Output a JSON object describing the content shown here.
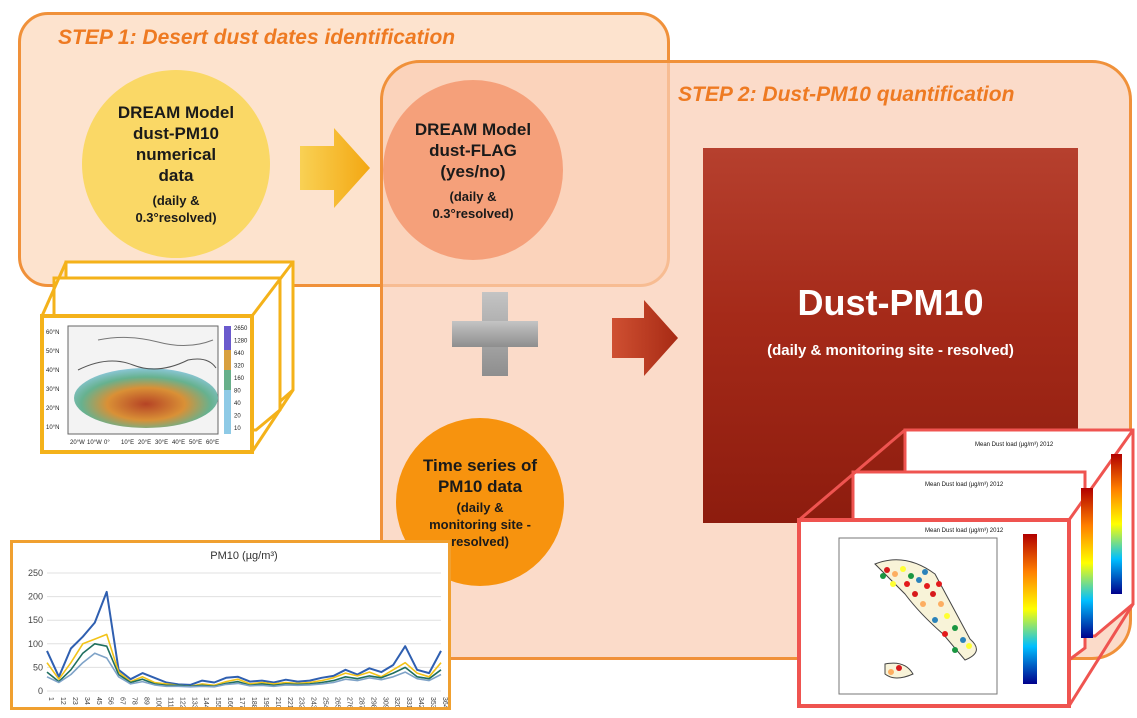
{
  "step1": {
    "title": "STEP 1: Desert dust dates identification"
  },
  "step2": {
    "title": "STEP 2: Dust-PM10 quantification"
  },
  "dream_numerical": {
    "title_lines": [
      "DREAM Model",
      "dust-PM10",
      "numerical",
      "data"
    ],
    "detail_lines": [
      "(daily &",
      "0.3°resolved)"
    ]
  },
  "dream_flag": {
    "title_lines": [
      "DREAM Model",
      "dust-FLAG",
      "(yes/no)"
    ],
    "detail_lines": [
      "(daily &",
      "0.3°resolved)"
    ]
  },
  "pm10_series": {
    "title_lines": [
      "Time series of",
      "PM10 data"
    ],
    "detail_lines": [
      "(daily &",
      "monitoring site -",
      "resolved)"
    ]
  },
  "output": {
    "title": "Dust-PM10",
    "subtitle": "(daily & monitoring site - resolved)"
  },
  "map_labels": {
    "lat": [
      "60°N",
      "50°N",
      "40°N",
      "30°N",
      "20°N",
      "10°N"
    ],
    "lon": [
      "20°W",
      "10°W",
      "0°",
      "10°E",
      "20°E",
      "30°E",
      "40°E",
      "50°E",
      "60°E"
    ],
    "scale": [
      "2650",
      "1280",
      "640",
      "320",
      "160",
      "80",
      "40",
      "20",
      "10"
    ]
  },
  "italy_map_title": "Mean Dust load (µg/m³) 2012",
  "colors": {
    "panel_border": "#f0913a",
    "panel1_fill": "#fde3ce",
    "circle_yellow": "#fad866",
    "circle_salmon": "#f5a07a",
    "circle_orange": "#f7930e",
    "output_box": "#a52a19",
    "arrow_yellow": "#f6b51a",
    "arrow_red": "#b83419",
    "plus_gray": "#a9a9a9"
  },
  "chart_data": {
    "type": "line",
    "title": "PM10 (µg/m³)",
    "ylim": [
      0,
      250
    ],
    "yticks": [
      0,
      50,
      100,
      150,
      200,
      250
    ],
    "categories": [
      "1",
      "12",
      "23",
      "34",
      "45",
      "56",
      "67",
      "78",
      "89",
      "100",
      "111",
      "122",
      "133",
      "144",
      "155",
      "166",
      "177",
      "188",
      "199",
      "210",
      "221",
      "232",
      "243",
      "254",
      "265",
      "276",
      "287",
      "298",
      "309",
      "320",
      "331",
      "342",
      "353",
      "364"
    ],
    "series": [
      {
        "values": [
          85,
          30,
          90,
          115,
          145,
          210,
          45,
          25,
          38,
          28,
          18,
          14,
          13,
          22,
          18,
          28,
          30,
          20,
          22,
          18,
          24,
          20,
          22,
          28,
          32,
          45,
          35,
          48,
          40,
          55,
          95,
          45,
          38,
          85
        ],
        "color": "#2f5fb0"
      },
      {
        "values": [
          60,
          25,
          60,
          100,
          110,
          120,
          40,
          20,
          30,
          18,
          15,
          12,
          10,
          15,
          12,
          20,
          25,
          15,
          18,
          15,
          18,
          16,
          18,
          22,
          28,
          38,
          32,
          40,
          30,
          45,
          60,
          38,
          30,
          60
        ],
        "color": "#f2c318"
      },
      {
        "values": [
          40,
          20,
          45,
          80,
          100,
          95,
          35,
          18,
          25,
          15,
          12,
          12,
          10,
          12,
          10,
          16,
          20,
          12,
          15,
          12,
          15,
          14,
          15,
          18,
          22,
          30,
          26,
          32,
          28,
          38,
          50,
          30,
          26,
          45
        ],
        "color": "#1f6f5f"
      },
      {
        "values": [
          30,
          18,
          35,
          60,
          80,
          70,
          30,
          15,
          20,
          13,
          10,
          10,
          9,
          10,
          9,
          14,
          16,
          11,
          12,
          10,
          13,
          12,
          13,
          15,
          18,
          25,
          22,
          28,
          24,
          30,
          40,
          26,
          22,
          35
        ],
        "color": "#7fa3c8"
      }
    ]
  }
}
